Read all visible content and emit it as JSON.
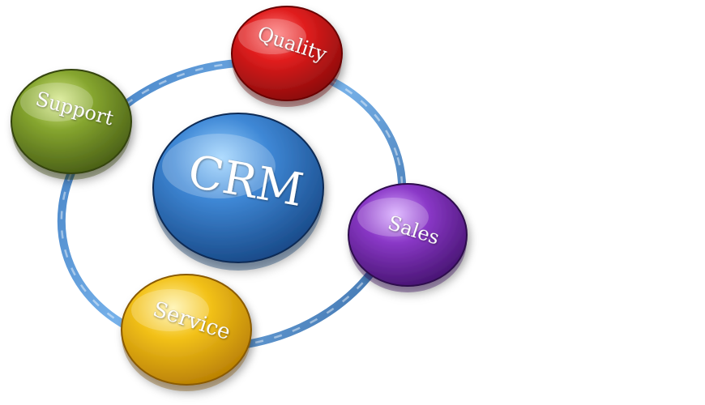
{
  "diagram": {
    "center": {
      "label": "CRM",
      "color": "#2f6fb8"
    },
    "ring_color": "#4b90d6",
    "nodes": [
      {
        "id": "quality",
        "label": "Quality",
        "color": "#d81f1f"
      },
      {
        "id": "support",
        "label": "Support",
        "color": "#7f9a2a"
      },
      {
        "id": "sales",
        "label": "Sales",
        "color": "#7b2fb0"
      },
      {
        "id": "service",
        "label": "Service",
        "color": "#e6b200"
      }
    ]
  }
}
